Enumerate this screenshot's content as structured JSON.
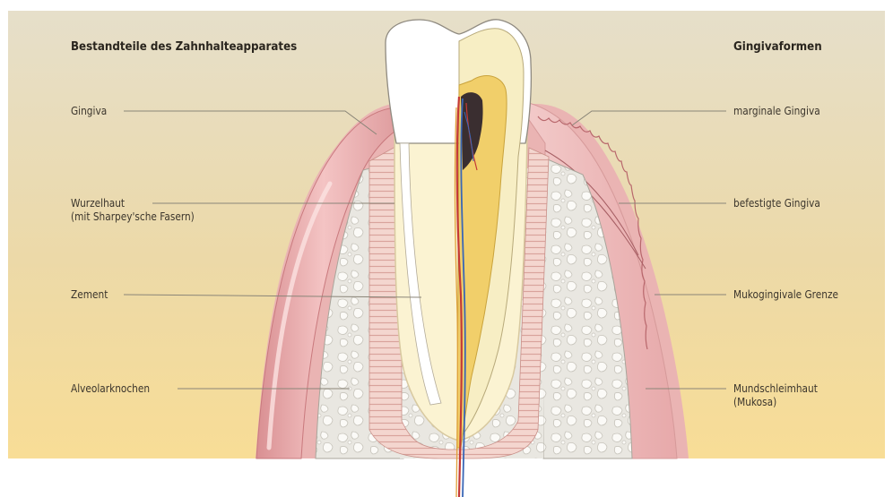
{
  "left_heading": "Bestandteile des Zahnhalteapparates",
  "right_heading": "Gingivaformen",
  "left_labels": {
    "gingiva": "Gingiva",
    "wurzelhaut_1": "Wurzelhaut",
    "wurzelhaut_2": "(mit Sharpey'sche Fasern)",
    "zement": "Zement",
    "alveolarknochen": "Alveolarknochen"
  },
  "right_labels": {
    "marginale": "marginale Gingiva",
    "befestigte": "befestigte Gingiva",
    "mukogingivale": "Mukogingivale Grenze",
    "mundschleimhaut_1": "Mundschleimhaut",
    "mundschleimhaut_2": "(Mukosa)"
  },
  "colors": {
    "background_top": "#e6dcc4",
    "background_bottom": "#f6dfa0",
    "gingiva": "#e4a3a5",
    "gingiva_light": "#f3c9c9",
    "bone": "#e8e6e0",
    "enamel": "#ffffff",
    "dentin": "#f7efc8",
    "pulp": "#f2d27a"
  }
}
